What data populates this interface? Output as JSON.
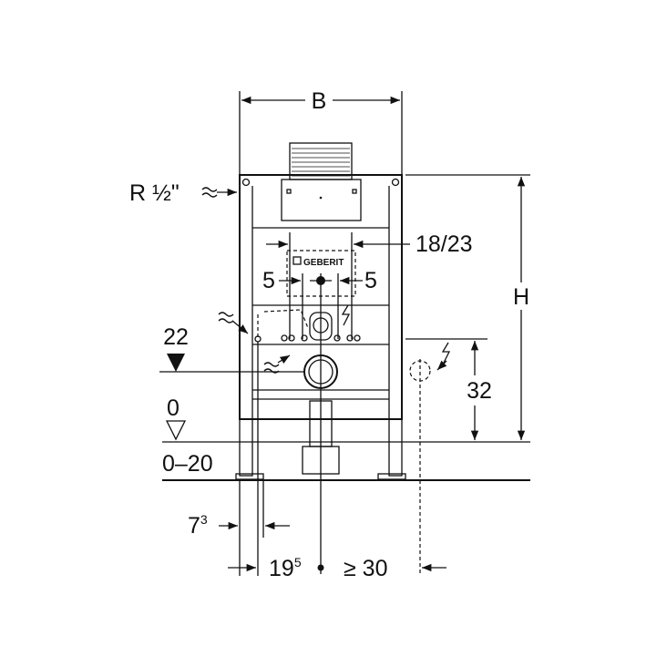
{
  "diagram": {
    "brand_label": "GEBERIT",
    "dimensions": {
      "width": "B",
      "height": "H",
      "water_connection": "R ½\"",
      "flush_plate_spacing": "18/23",
      "left_offset": "5",
      "right_offset": "5",
      "drain_height": "22",
      "floor_level": "0",
      "floor_range": "0–20",
      "socket_height": "32",
      "foot_offset": "7",
      "foot_offset_sup": "3",
      "leg_to_center": "19",
      "leg_to_center_sup": "5",
      "center_to_socket": "≥ 30"
    }
  }
}
